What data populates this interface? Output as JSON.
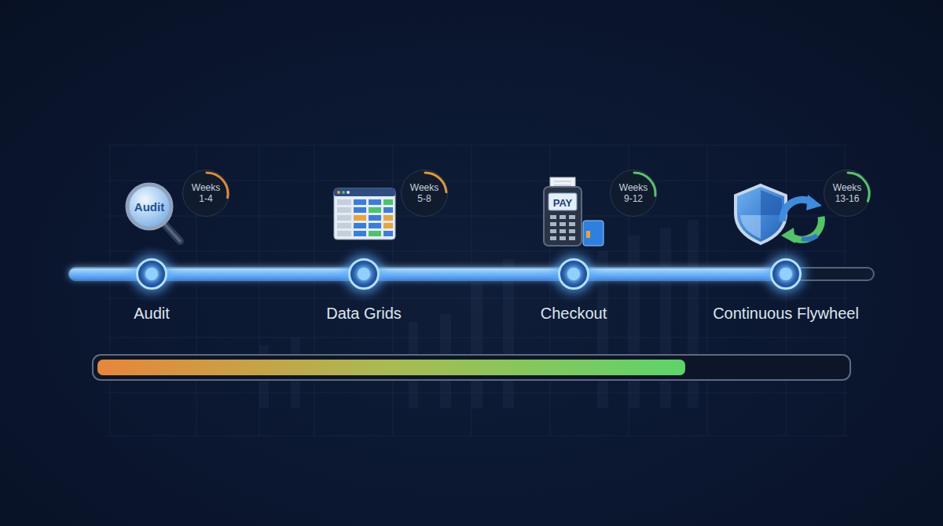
{
  "diagram": {
    "nodes": [
      {
        "text": [
          "Audit"
        ]
      },
      {
        "text": [
          "Data Grids"
        ]
      },
      {
        "text": [
          "Checkout"
        ]
      },
      {
        "text": [
          "Continuous Flywheel"
        ]
      },
      {
        "text": [
          "Weeks 1-4"
        ]
      },
      {
        "text": [
          "Weeks 5-8"
        ]
      },
      {
        "text": [
          "Weeks 9-12"
        ]
      },
      {
        "text": [
          "Weeks 13-16"
        ]
      }
    ],
    "edges": [
      {
        "from": 0,
        "to": 1,
        "arrow": "none"
      },
      {
        "from": 1,
        "to": 2,
        "arrow": "none"
      },
      {
        "from": 2,
        "to": 3,
        "arrow": "none"
      }
    ],
    "labels": [
      "Audit",
      "PAY"
    ]
  }
}
